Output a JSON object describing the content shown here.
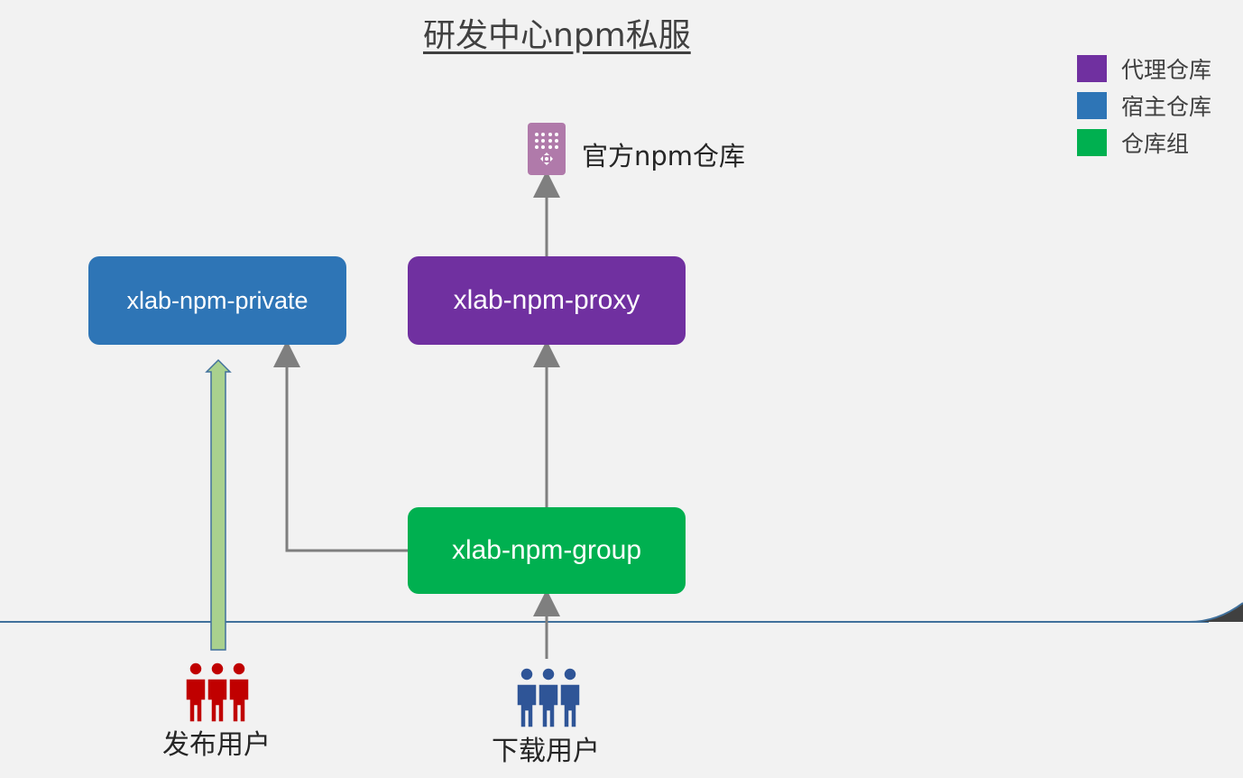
{
  "title": "研发中心npm私服",
  "legend": [
    {
      "label": "代理仓库",
      "color": "#7030a0"
    },
    {
      "label": "宿主仓库",
      "color": "#2e75b6"
    },
    {
      "label": "仓库组",
      "color": "#00b050"
    }
  ],
  "nodes": {
    "private": "xlab-npm-private",
    "proxy": "xlab-npm-proxy",
    "group": "xlab-npm-group"
  },
  "official": {
    "label": "官方npm仓库",
    "icon": "server-icon",
    "color": "#b07aaa"
  },
  "users": {
    "publish": {
      "label": "发布用户",
      "icon": "user-group-icon",
      "color": "#c00000"
    },
    "download": {
      "label": "下载用户",
      "icon": "user-group-icon",
      "color": "#2f5597"
    }
  },
  "colors": {
    "background": "#f2f2f2",
    "arrow": "#7f7f7f",
    "publish_arrow_fill": "#a9d18e",
    "publish_arrow_stroke": "#41719c",
    "divider": "#41719c"
  }
}
